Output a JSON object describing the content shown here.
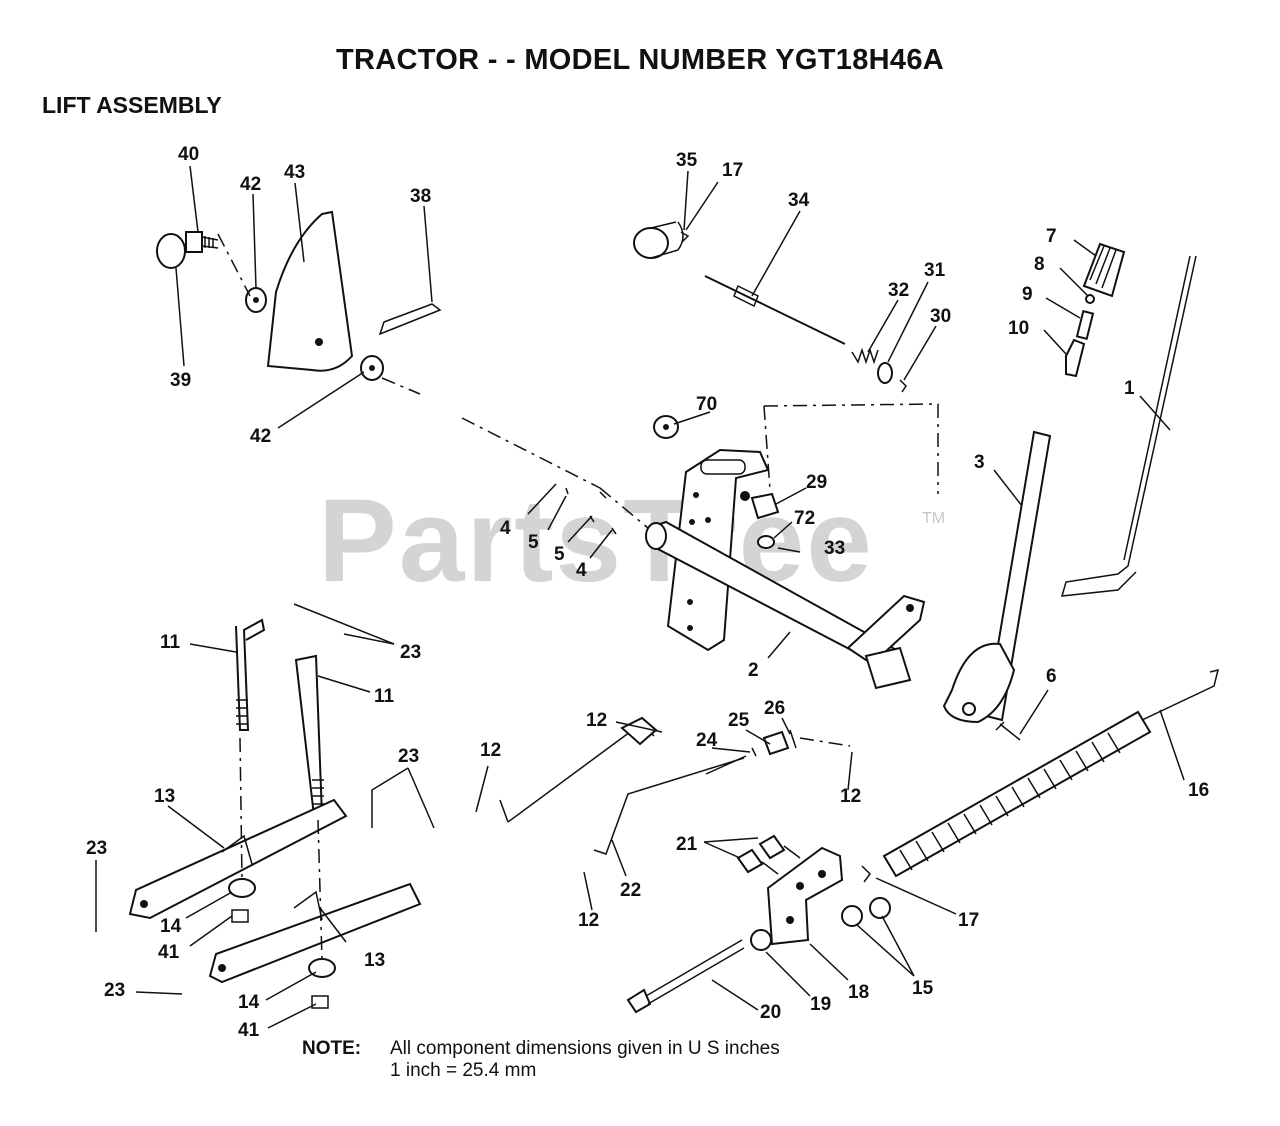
{
  "header": {
    "title": "TRACTOR - - MODEL NUMBER YGT18H46A",
    "section": "LIFT ASSEMBLY"
  },
  "watermark": {
    "text": "PartsTree",
    "tm": "TM"
  },
  "note": {
    "label": "NOTE:",
    "line1": "All component dimensions given in U S  inches",
    "line2": "1 inch = 25.4 mm"
  },
  "callouts": {
    "c40": "40",
    "c42a": "42",
    "c43": "43",
    "c38": "38",
    "c39": "39",
    "c42b": "42",
    "c35": "35",
    "c17a": "17",
    "c34": "34",
    "c31": "31",
    "c32": "32",
    "c30": "30",
    "c7": "7",
    "c8": "8",
    "c9": "9",
    "c10": "10",
    "c1": "1",
    "c3": "3",
    "c70": "70",
    "c29": "29",
    "c72": "72",
    "c33": "33",
    "c4a": "4",
    "c5a": "5",
    "c5b": "5",
    "c4b": "4",
    "c2": "2",
    "c6": "6",
    "c11a": "11",
    "c11b": "11",
    "c23a": "23",
    "c23b": "23",
    "c23c": "23",
    "c23d": "23",
    "c13a": "13",
    "c13b": "13",
    "c14a": "14",
    "c41a": "41",
    "c14b": "14",
    "c41b": "41",
    "c12a": "12",
    "c12b": "12",
    "c12c": "12",
    "c12d": "12",
    "c24": "24",
    "c25": "25",
    "c26": "26",
    "c16": "16",
    "c22": "22",
    "c21": "21",
    "c17b": "17",
    "c15": "15",
    "c18": "18",
    "c19": "19",
    "c20": "20"
  }
}
